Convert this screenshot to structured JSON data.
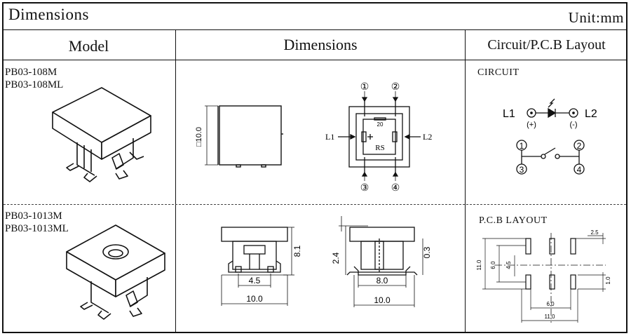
{
  "header": {
    "title": "Dimensions",
    "unit": "Unit:mm"
  },
  "columns": {
    "model": "Model",
    "dimensions": "Dimensions",
    "layout": "Circuit/P.C.B Layout"
  },
  "row1": {
    "models": [
      "PB03-108M",
      "PB03-108ML"
    ],
    "square_dim": "□10.0",
    "pins": {
      "p1": "①",
      "p2": "②",
      "p3": "③",
      "p4": "④"
    },
    "top_mark": "20",
    "rs_mark": "RS",
    "l1": "L1",
    "l2": "L2",
    "circuit_title": "CIRCUIT",
    "circuit_l1": "L1",
    "circuit_l2": "L2",
    "plus": "(+)",
    "minus": "(-)",
    "n1": "1",
    "n2": "2",
    "n3": "3",
    "n4": "4"
  },
  "row2": {
    "models": [
      "PB03-1013M",
      "PB03-1013ML"
    ],
    "height_dim": "8.1",
    "inner_width": "4.5",
    "outer_width": "10.0",
    "stroke_dim": "2.4",
    "gap_dim": "0.3",
    "pitch_dim": "8.0",
    "body_dim": "10.0",
    "pcb_title": "P.C.B LAYOUT",
    "pcb": {
      "d25": "2.5",
      "d110": "11.0",
      "d60": "6.0",
      "d45": "4.5",
      "d10": "1.0",
      "d60b": "6.0",
      "d110b": "11.0"
    }
  }
}
